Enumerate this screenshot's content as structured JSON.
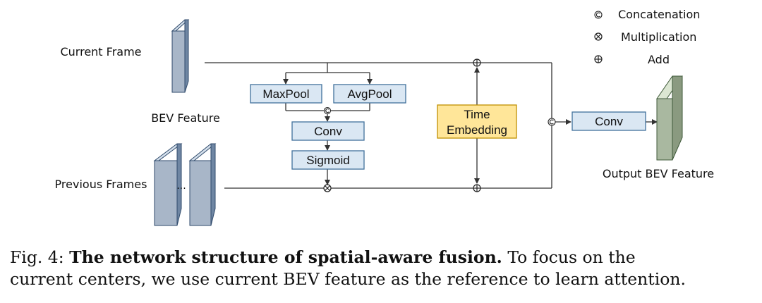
{
  "diagram": {
    "labels": {
      "current_frame": "Current Frame",
      "bev_feature": "BEV Feature",
      "previous_frames": "Previous Frames",
      "output_bev_feature": "Output BEV Feature",
      "ellipsis": "···"
    },
    "blocks": {
      "maxpool": "MaxPool",
      "avgpool": "AvgPool",
      "conv_mid": "Conv",
      "sigmoid": "Sigmoid",
      "time_line1": "Time",
      "time_line2": "Embedding",
      "conv_out": "Conv"
    },
    "legend": [
      {
        "symbol": "concat",
        "label": "Concatenation"
      },
      {
        "symbol": "multiply",
        "label": "Multiplication"
      },
      {
        "symbol": "add",
        "label": "Add"
      }
    ],
    "colors": {
      "block_fill": "#dae7f3",
      "block_stroke": "#41719c",
      "time_fill": "#ffe699",
      "time_stroke": "#bf9000",
      "slab_blue": "#a8b6c8",
      "slab_green": "#a9b8a0"
    }
  },
  "caption": {
    "prefix": "Fig. 4: ",
    "title": "The network structure of spatial-aware fusion.",
    "text1": " To focus on the",
    "text2": "current centers, we use current BEV feature as the reference to learn attention."
  }
}
